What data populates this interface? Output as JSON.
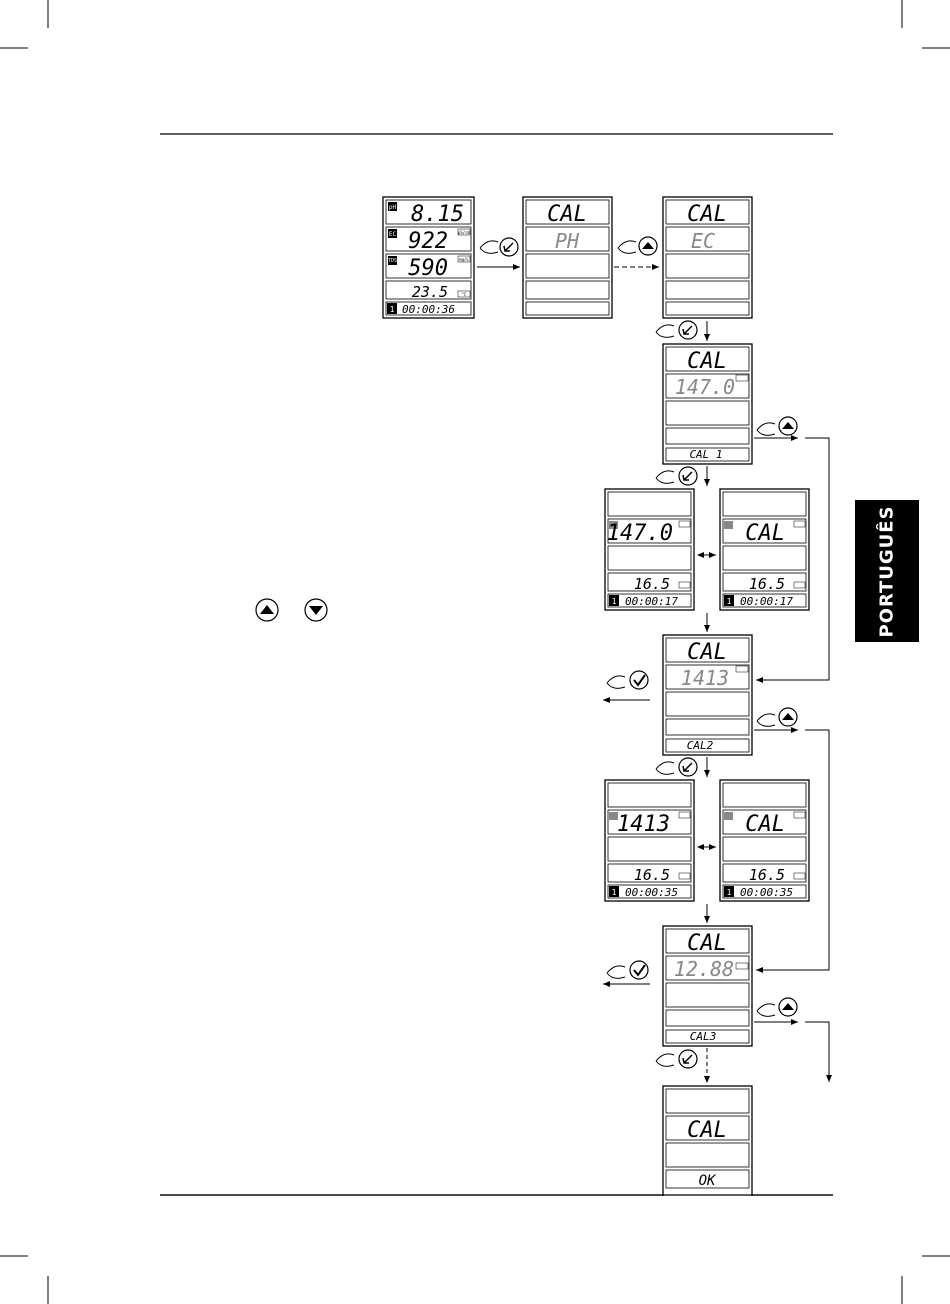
{
  "side_tab": "PORTUGUÊS",
  "lcd": {
    "main": {
      "ph": "8.15",
      "ec": "922",
      "tds": "590",
      "temp": "23.5",
      "timer": "00:00:36",
      "ph_tag": "pH",
      "ec_tag": "EC",
      "tds_tag": "TDS",
      "unit_us": "µS/cm",
      "unit_mgl": "mg/L",
      "unit_c": "°C",
      "channel": "1"
    },
    "cal_ph": {
      "top": "CAL",
      "mid": "PH"
    },
    "cal_ec": {
      "top": "CAL",
      "mid": "EC"
    },
    "cal1": {
      "top": "CAL",
      "value": "147.0",
      "bottom": "CAL 1"
    },
    "meas1": {
      "value": "147.0",
      "temp": "16.5",
      "timer": "00:00:17"
    },
    "cal1b": {
      "value": "CAL",
      "temp": "16.5",
      "timer": "00:00:17"
    },
    "cal2": {
      "top": "CAL",
      "value": "1413",
      "bottom": "CAL2"
    },
    "meas2": {
      "value": "1413",
      "temp": "16.5",
      "timer": "00:00:35"
    },
    "cal2b": {
      "value": "CAL",
      "temp": "16.5",
      "timer": "00:00:35"
    },
    "cal3": {
      "top": "CAL",
      "value": "12.88",
      "bottom": "CAL3"
    },
    "done": {
      "mid": "CAL",
      "bottom": "OK"
    }
  }
}
